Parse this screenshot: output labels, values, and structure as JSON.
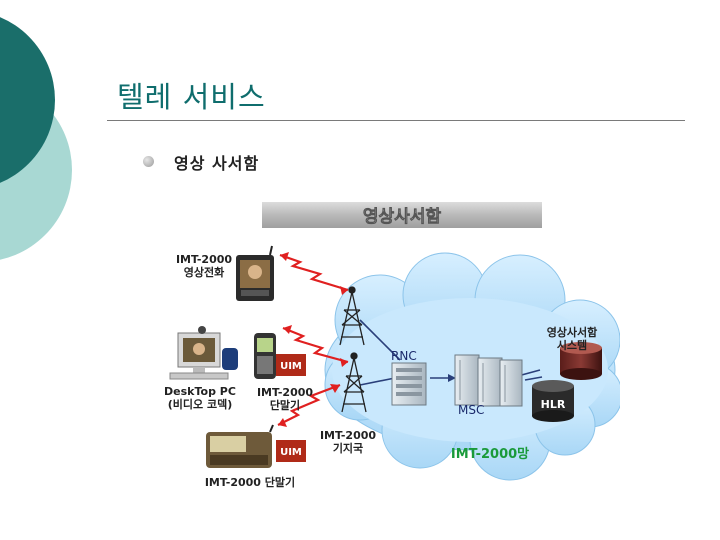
{
  "slide": {
    "title": "텔레 서비스",
    "bullet": "영상 사서함"
  },
  "diagram": {
    "banner": "영상사서함",
    "videophone_label_1": "IMT-2000",
    "videophone_label_2": "영상전화",
    "pc_label_1": "DeskTop PC",
    "pc_label_2": "(비디오 코덱)",
    "uim_label": "UIM",
    "terminal_label_1": "IMT-2000",
    "terminal_label_2": "단말기",
    "bottom_terminal_label": "IMT-2000 단말기",
    "basestation_label_1": "IMT-2000",
    "basestation_label_2": "기지국",
    "rnc_label": "RNC",
    "msc_label": "MSC",
    "hlr_label": "HLR",
    "system_label_1": "영상사서함",
    "system_label_2": "시스템",
    "network_label": "IMT-2000망"
  },
  "colors": {
    "title": "#0f6d6d",
    "deco_dark": "#1a6e6a",
    "deco_light": "#a8d8d3",
    "cloud": "#bfe2fb",
    "lightning": "#e02020",
    "uim_box": "#b02a18",
    "network_label": "#1a9a3a"
  }
}
